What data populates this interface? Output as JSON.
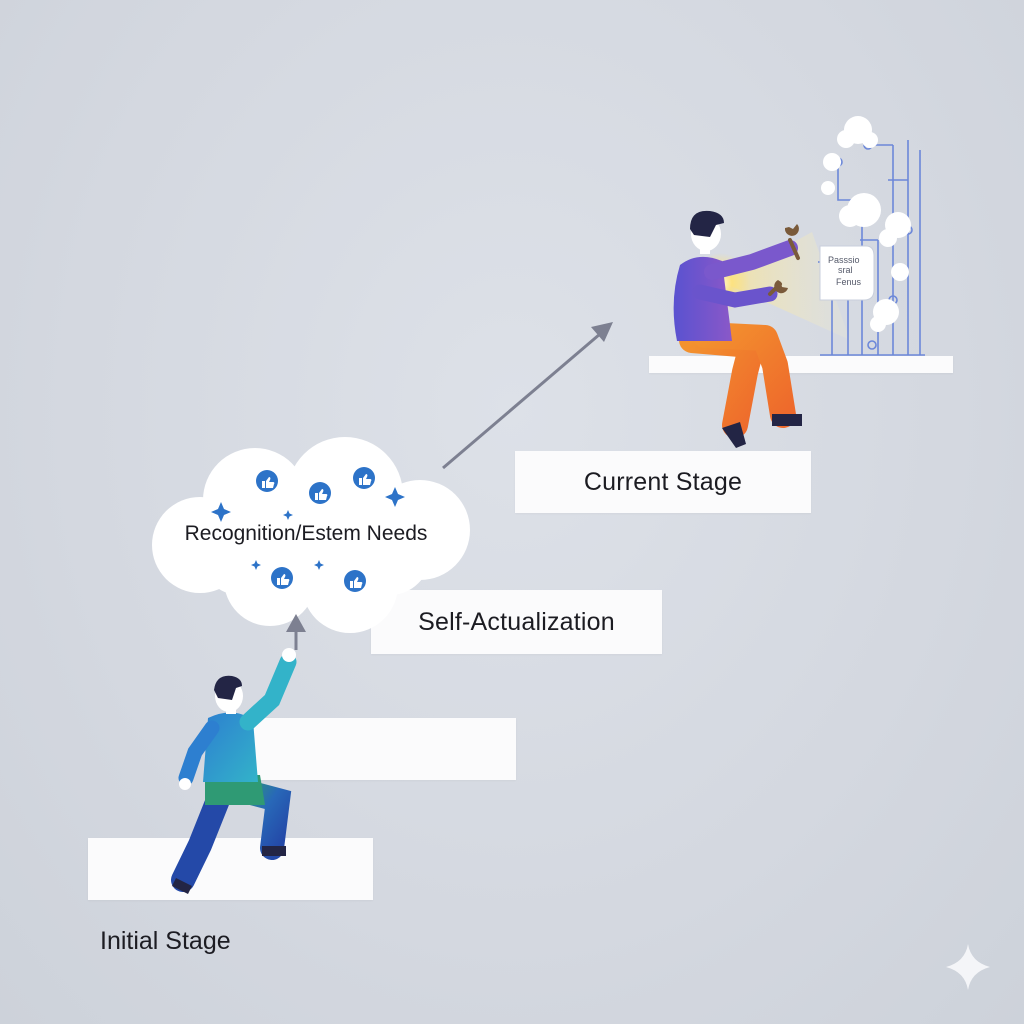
{
  "stages": {
    "initial_label": "Initial Stage",
    "esteem_label": "Recognition/Estem Needs",
    "self_actualization_label": "Self-Actualization",
    "current_label": "Current Stage"
  },
  "sign_text": {
    "line1": "Passsio",
    "line2": "sral",
    "line3": "Fenus"
  },
  "colors": {
    "background": "#d4d8e0",
    "step": "#fbfbfc",
    "arrow": "#7d8091",
    "accent_blue": "#2d73c8",
    "shirt_climber": "#2a9bd6",
    "pants_climber": "#2f8f6a",
    "shirt_sitter": "#5b4fc9",
    "pants_sitter": "#f07a2a",
    "hair": "#232545",
    "glow": "#ffe27a"
  },
  "icons": [
    "thumbs-up-icon",
    "sparkle-icon",
    "wrench-icon",
    "circuit-icon"
  ]
}
